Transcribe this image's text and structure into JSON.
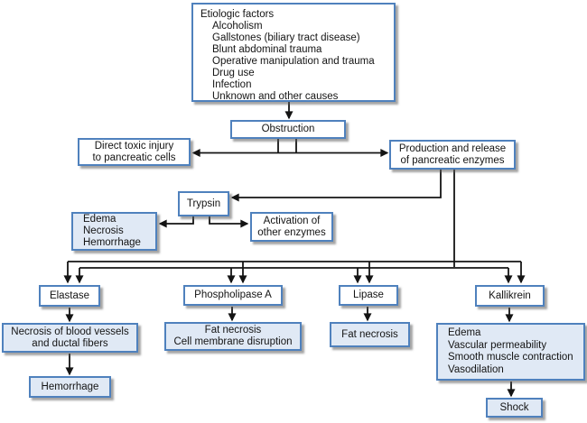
{
  "diagram": {
    "title_hint": "Pathophysiology of pancreatitis flowchart",
    "colors": {
      "box_border": "#4f81bd",
      "box_fill_white": "#ffffff",
      "box_fill_blue": "#e0e9f5",
      "shadow": "#9a9a9a",
      "line": "#141414",
      "text": "#141414",
      "background": "#ffffff"
    },
    "boxes": {
      "etiologic": {
        "title": "Etiologic factors",
        "items": [
          "Alcoholism",
          "Gallstones (biliary tract disease)",
          "Blunt abdominal trauma",
          "Operative manipulation and trauma",
          "Drug use",
          "Infection",
          "Unknown and other causes"
        ]
      },
      "obstruction": {
        "label": "Obstruction"
      },
      "direct_toxic": {
        "label": "Direct toxic injury\nto pancreatic cells"
      },
      "production": {
        "label": "Production and release\nof pancreatic enzymes"
      },
      "trypsin": {
        "label": "Trypsin"
      },
      "edema_necrosis": {
        "label": "Edema\nNecrosis\nHemorrhage"
      },
      "activation": {
        "label": "Activation of\nother enzymes"
      },
      "elastase": {
        "label": "Elastase"
      },
      "phospholipase": {
        "label": "Phospholipase A"
      },
      "lipase": {
        "label": "Lipase"
      },
      "kallikrein": {
        "label": "Kallikrein"
      },
      "necrosis_vessels": {
        "label": "Necrosis of blood vessels\nand ductal fibers"
      },
      "fat_necrosis_cell": {
        "label": "Fat necrosis\nCell membrane disruption"
      },
      "fat_necrosis": {
        "label": "Fat necrosis"
      },
      "edema_vascular": {
        "label": "Edema\nVascular permeability\nSmooth muscle contraction\nVasodilation"
      },
      "hemorrhage": {
        "label": "Hemorrhage"
      },
      "shock": {
        "label": "Shock"
      }
    }
  }
}
